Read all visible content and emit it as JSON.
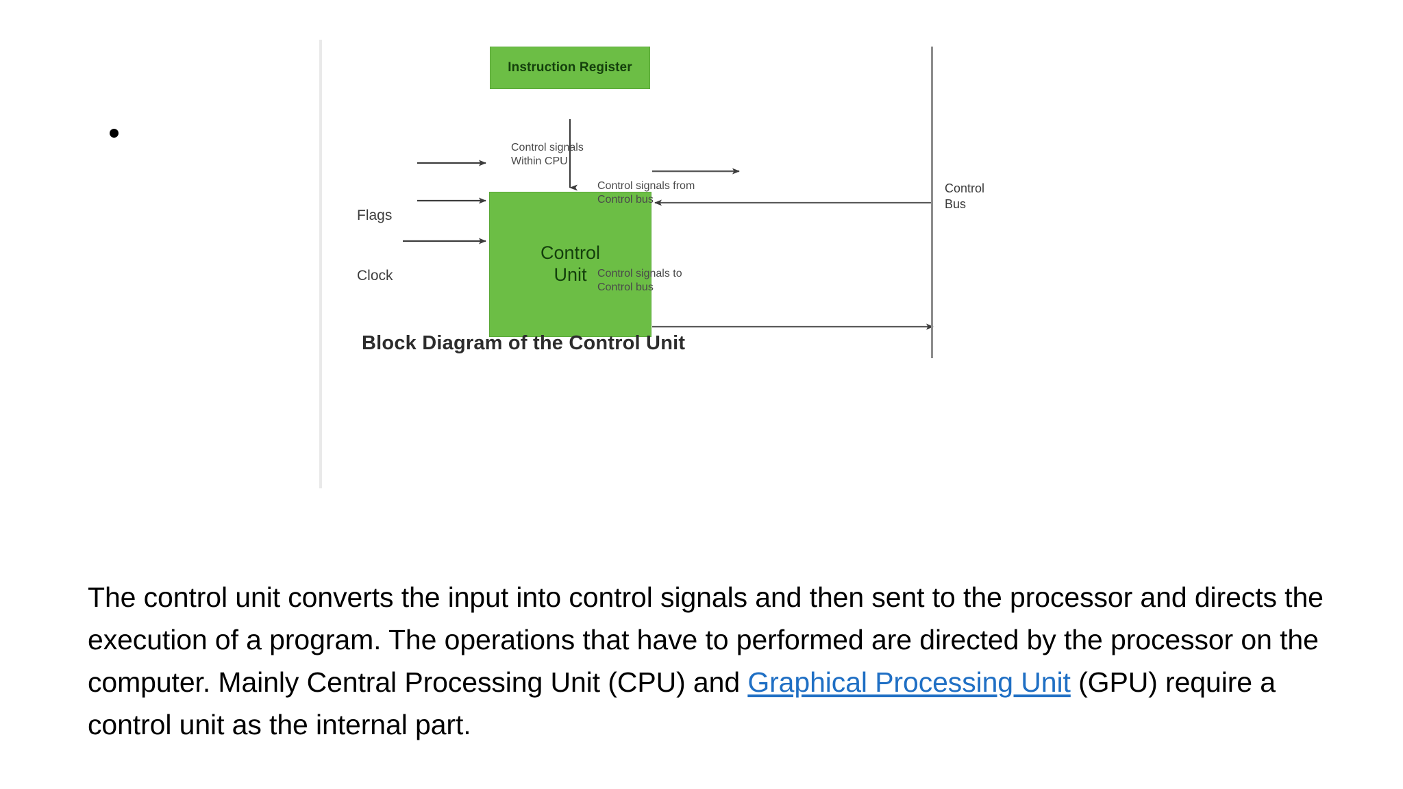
{
  "slide": {
    "bullet": "•",
    "body_paragraph": {
      "lead": "The control unit converts the input into control signals and then sent to the processor and directs the execution of a program. The operations that have to performed are directed by the processor on the computer. Mainly Central Processing Unit (CPU) and ",
      "link_text": "Graphical Processing Unit",
      "tail": " (GPU) require a control unit as the internal part."
    }
  },
  "diagram": {
    "caption": "Block Diagram of the Control Unit",
    "blocks": {
      "instruction_register": "Instruction Register",
      "control_unit": "Control\nUnit"
    },
    "bus": {
      "label": "Control\nBus"
    },
    "labels": {
      "flags": "Flags",
      "clock": "Clock",
      "signals_within_cpu": "Control signals\nWithin CPU",
      "signals_from_control_bus": "Control signals from\nControl bus",
      "signals_to_control_bus": "Control signals to\nControl bus"
    },
    "colors": {
      "block_fill": "#6cbe45",
      "block_border": "#5aa838",
      "block_text": "#14400c",
      "arrow": "#4d4d4d",
      "bus_line": "#8d8d8d",
      "rule": "#e9e9e9",
      "link": "#1f6fc4"
    }
  }
}
